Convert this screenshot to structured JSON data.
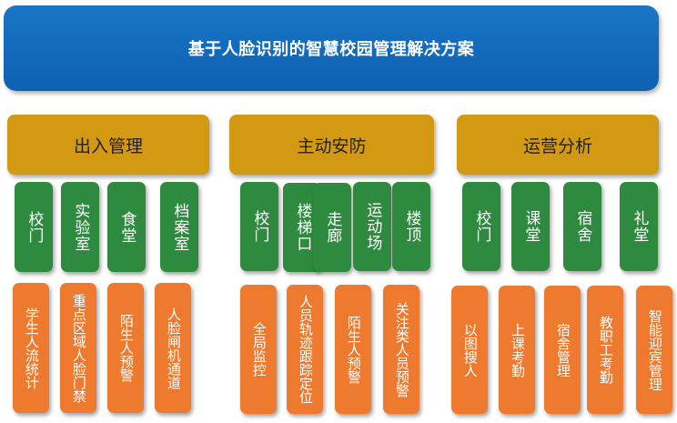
{
  "title": "基于人脸识别的智慧校园管理解决方案",
  "sections": [
    {
      "label": "出入管理",
      "places": [
        "校门",
        "实验室",
        "食堂",
        "档案室"
      ],
      "functions": [
        "学生人流统计",
        "重点区域人脸门禁",
        "陌生人预警",
        "人脸闸机通道"
      ]
    },
    {
      "label": "主动安防",
      "places": [
        "校门",
        "楼梯口",
        "走廊",
        "运动场",
        "楼顶"
      ],
      "functions": [
        "全局监控",
        "人员轨迹跟踪定位",
        "陌生人预警",
        "关注类人员预警"
      ]
    },
    {
      "label": "运营分析",
      "places": [
        "校门",
        "课堂",
        "宿舍",
        "礼堂"
      ],
      "functions": [
        "以图搜人",
        "上课考勤",
        "宿舍管理",
        "教职工考勤",
        "智能迎宾管理"
      ]
    }
  ],
  "colors": {
    "title_bg": "#0d62b2",
    "category_bg": "#d39912",
    "place_bg": "#2d8a3e",
    "function_bg": "#ee7a2f"
  }
}
